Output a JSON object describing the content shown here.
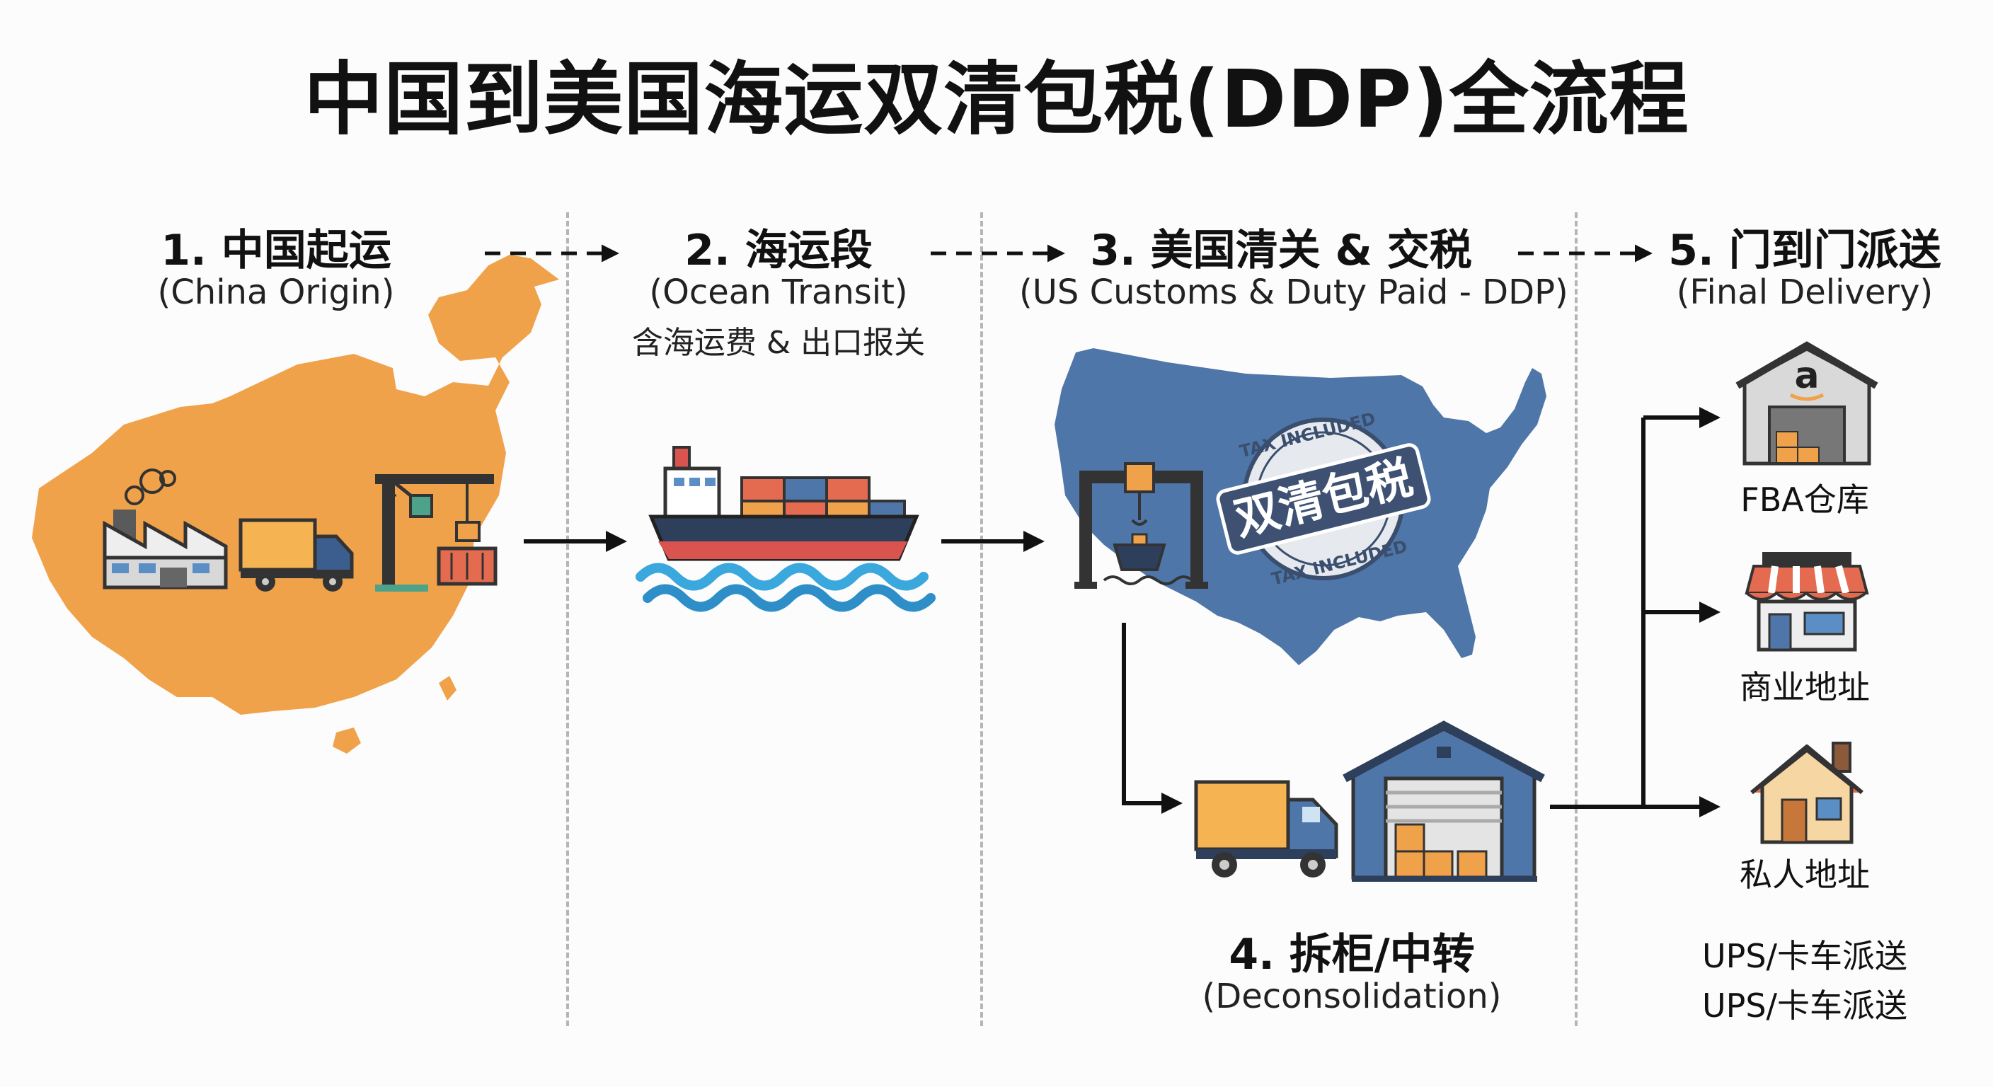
{
  "title": "中国到美国海运双清包税(DDP)全流程",
  "steps": {
    "s1": {
      "heading": "1. 中国起运",
      "subtitle": "(China Origin)"
    },
    "s2": {
      "heading": "2. 海运段",
      "subtitle": "(Ocean Transit)",
      "note": "含海运费 & 出口报关"
    },
    "s3": {
      "heading": "3. 美国清关 & 交税",
      "subtitle": "(US Customs & Duty Paid - DDP)"
    },
    "s4": {
      "heading": "4. 拆柜/中转",
      "subtitle": "(Deconsolidation)"
    },
    "s5": {
      "heading": "5. 门到门派送",
      "subtitle": "(Final Delivery)"
    }
  },
  "stamp": {
    "main": "双清包税",
    "ring": "TAX INCLUDED"
  },
  "destinations": [
    "FBA仓库",
    "商业地址",
    "私人地址"
  ],
  "delivery_notes": [
    "UPS/卡车派送",
    "UPS/卡车派送"
  ],
  "amazon_logo": "a",
  "colors": {
    "orange": "#F0A24B",
    "blue": "#4F76A8",
    "navy": "#2E3F5C",
    "red": "#D9534F",
    "water": "#3AA7DD"
  }
}
